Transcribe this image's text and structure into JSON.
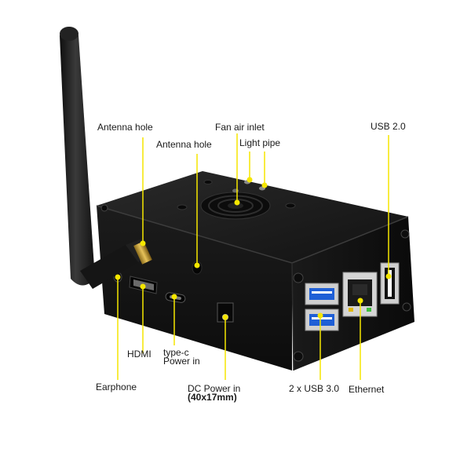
{
  "accent": "#f5e600",
  "case_color": "#161616",
  "labels": {
    "antenna_hole_1": "Antenna hole",
    "antenna_hole_2": "Antenna hole",
    "fan_air_inlet": "Fan air inlet",
    "light_pipe": "Light pipe",
    "usb_2": "USB 2.0",
    "hdmi": "HDMI",
    "type_c_line1": "type-c",
    "type_c_line2": "Power in",
    "earphone": "Earphone",
    "dc_power_line1": "DC Power in",
    "dc_power_line2": "(40x17mm)",
    "usb_3": "2 x USB 3.0",
    "ethernet": "Ethernet"
  }
}
